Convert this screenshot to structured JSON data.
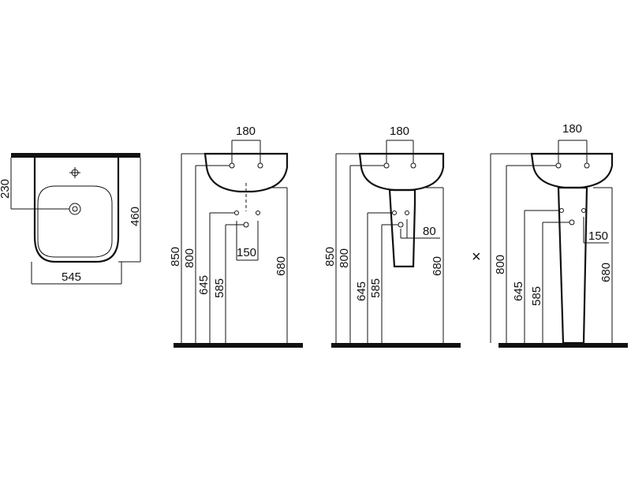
{
  "views": {
    "top_view": {
      "dim_width": "545",
      "dim_depth": "460",
      "dim_tap_offset": "230"
    },
    "wall_hung": {
      "dim_tap_spacing": "180",
      "dim_waste_spacing": "150",
      "dim_rim_height": "850",
      "dim_basin_height": "800",
      "dim_supply_height": "645",
      "dim_waste_height": "585",
      "dim_trap_height": "680"
    },
    "semi_pedestal": {
      "dim_tap_spacing": "180",
      "dim_waste_spacing": "80",
      "dim_rim_height": "850",
      "dim_basin_height": "800",
      "dim_supply_height": "645",
      "dim_waste_height": "585",
      "dim_trap_height": "680"
    },
    "full_pedestal": {
      "marker": "×",
      "dim_tap_spacing": "180",
      "dim_waste_spacing": "150",
      "dim_basin_height": "800",
      "dim_supply_height": "645",
      "dim_waste_height": "585",
      "dim_trap_height": "680"
    }
  }
}
